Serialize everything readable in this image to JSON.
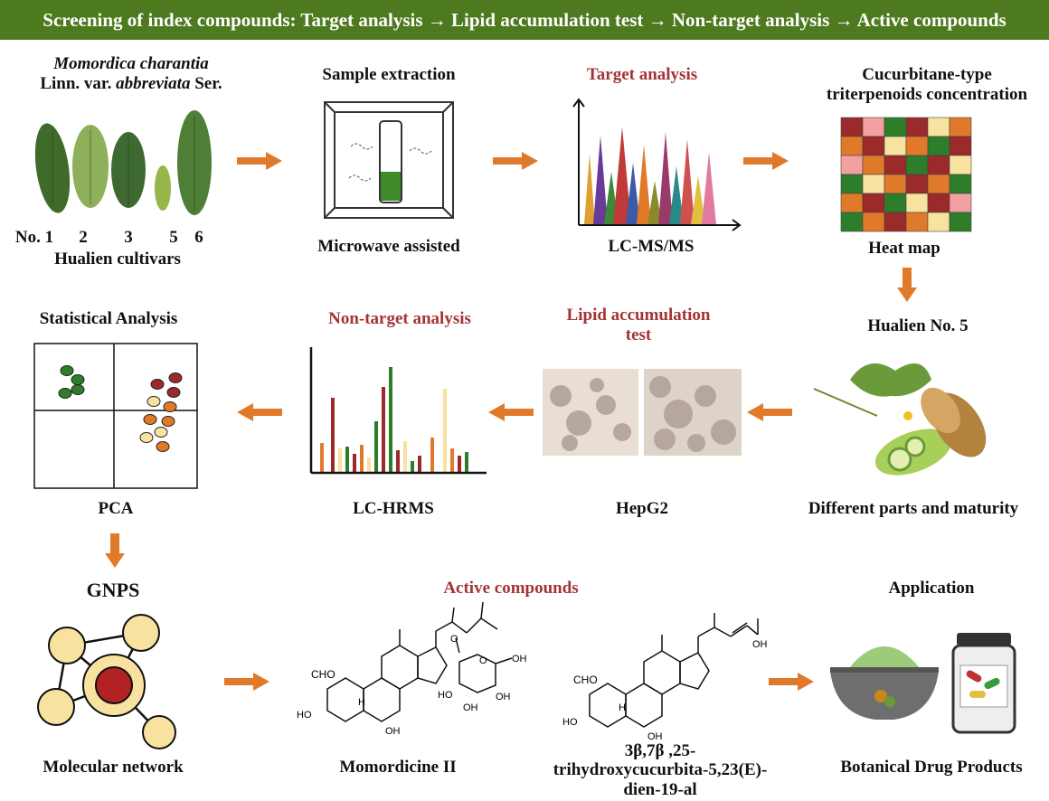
{
  "banner": "Screening of index compounds: Target analysis → Lipid accumulation test → Non-target analysis → Active compounds",
  "species": {
    "line1": "Momordica charantia",
    "line2a": "Linn. var. ",
    "line2b": "abbreviata",
    "line2c": " Ser."
  },
  "cultivars": {
    "numbers": [
      "No. 1",
      "2",
      "3",
      "5",
      "6"
    ],
    "caption": "Hualien cultivars"
  },
  "extraction": {
    "title": "Sample extraction",
    "caption": "Microwave assisted"
  },
  "target": {
    "title": "Target analysis",
    "caption": "LC-MS/MS"
  },
  "heatmap": {
    "title_line1": "Cucurbitane-type",
    "title_line2": "triterpenoids concentration",
    "caption": "Heat map"
  },
  "hualien5": {
    "title": "Hualien No. 5",
    "caption": "Different parts and maturity"
  },
  "lipid": {
    "title_line1": "Lipid accumulation",
    "title_line2": "test",
    "caption": "HepG2"
  },
  "nontarget": {
    "title": "Non-target analysis",
    "caption": "LC-HRMS"
  },
  "stats": {
    "title": "Statistical Analysis",
    "caption": "PCA"
  },
  "gnps": {
    "title": "GNPS",
    "caption": "Molecular network"
  },
  "active": {
    "title": "Active compounds"
  },
  "compound1": {
    "name": "Momordicine II",
    "labels": [
      "CHO",
      "H",
      "HO",
      "OH",
      "O",
      "O",
      "OH",
      "HO",
      "OH",
      "OH"
    ]
  },
  "compound2": {
    "name_line1": "3β,7β ,25-",
    "name_line2": "trihydroxycucurbita-5,23(E)-",
    "name_line3": "dien-19-al",
    "labels": [
      "CHO",
      "H",
      "HO",
      "OH",
      "OH"
    ]
  },
  "application": {
    "title": "Application",
    "caption": "Botanical Drug Products"
  },
  "colors": {
    "banner": "#4d7a1e",
    "accent_red": "#a33434",
    "arrow": "#e07a2a",
    "green": "#2e7d2a",
    "dark_red": "#9b2a2a",
    "orange": "#e07a2a",
    "cream": "#f7e2a0",
    "pink": "#f2a0a0"
  }
}
